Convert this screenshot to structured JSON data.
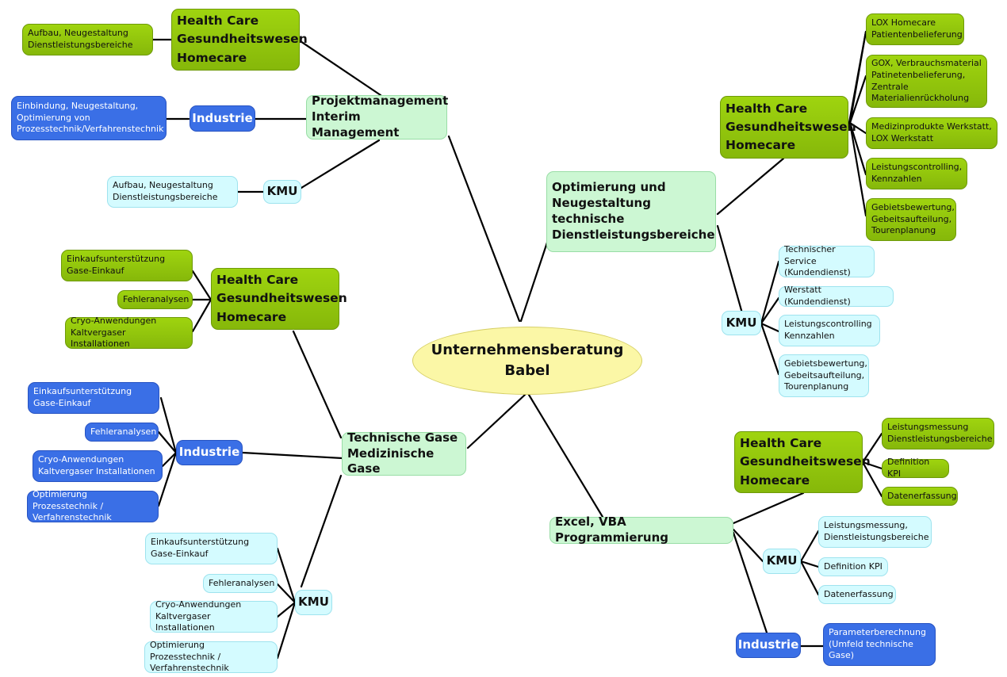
{
  "center": {
    "title": "Unternehmensberatung\nBabel"
  },
  "branches": {
    "projekt": {
      "label": "Projektmanagement\nInterim Management",
      "health": {
        "label": "Health Care\nGesundheitswesen\nHomecare",
        "items": [
          "Aufbau, Neugestaltung\nDienstleistungsbereiche"
        ]
      },
      "industrie": {
        "label": "Industrie",
        "items": [
          "Einbindung, Neugestaltung,\nOptimierung von\nProzesstechnik/Verfahrenstechnik"
        ]
      },
      "kmu": {
        "label": "KMU",
        "items": [
          "Aufbau, Neugestaltung\nDienstleistungsbereiche"
        ]
      }
    },
    "optimierung": {
      "label": "Optimierung und\nNeugestaltung technische\nDienstleistungsbereiche",
      "health": {
        "label": "Health Care\nGesundheitswesen\nHomecare",
        "items": [
          "LOX Homecare\nPatientenbelieferung",
          "GOX, Verbrauchsmaterial\nPatinetenbelieferung,\nZentrale\nMaterialienrückholung",
          "Medizinprodukte Werkstatt,\nLOX Werkstatt",
          "Leistungscontrolling,\nKennzahlen",
          "Gebietsbewertung,\nGebeitsaufteilung,\nTourenplanung"
        ]
      },
      "kmu": {
        "label": "KMU",
        "items": [
          "Technischer Service\n(Kundendienst)",
          "Werstatt (Kundendienst)",
          "Leistungscontrolling\nKennzahlen",
          "Gebietsbewertung,\nGebeitsaufteilung,\nTourenplanung"
        ]
      }
    },
    "gase": {
      "label": "Technische Gase\nMedizinische Gase",
      "health": {
        "label": "Health Care\nGesundheitswesen\nHomecare",
        "items": [
          "Einkaufsunterstützung\nGase-Einkauf",
          "Fehleranalysen",
          "Cryo-Anwendungen\nKaltvergaser Installationen"
        ]
      },
      "industrie": {
        "label": "Industrie",
        "items": [
          "Einkaufsunterstützung\nGase-Einkauf",
          "Fehleranalysen",
          "Cryo-Anwendungen\nKaltvergaser Installationen",
          "Optimierung Prozesstechnik /\nVerfahrenstechnik"
        ]
      },
      "kmu": {
        "label": "KMU",
        "items": [
          "Einkaufsunterstützung\nGase-Einkauf",
          "Fehleranalysen",
          "Cryo-Anwendungen\nKaltvergaser Installationen",
          "Optimierung Prozesstechnik /\nVerfahrenstechnik"
        ]
      }
    },
    "excel": {
      "label": "Excel, VBA Programmierung",
      "health": {
        "label": "Health Care\nGesundheitswesen\nHomecare",
        "items": [
          "Leistungsmessung\nDienstleistungsbereiche",
          "Definition KPI",
          "Datenerfassung"
        ]
      },
      "kmu": {
        "label": "KMU",
        "items": [
          "Leistungsmessung,\nDienstleistungsbereiche",
          "Definition KPI",
          "Datenerfassung"
        ]
      },
      "industrie": {
        "label": "Industrie",
        "items": [
          "Parameterberechnung\n(Umfeld technische\nGase)"
        ]
      }
    }
  },
  "colors": {
    "health_green": "#8cc20b",
    "branch_light_green": "#ccf7d3",
    "kmu_cyan": "#d4fbff",
    "industrie_blue": "#3a6fe6",
    "center_yellow": "#fbf7a6",
    "connector": "#000000"
  }
}
